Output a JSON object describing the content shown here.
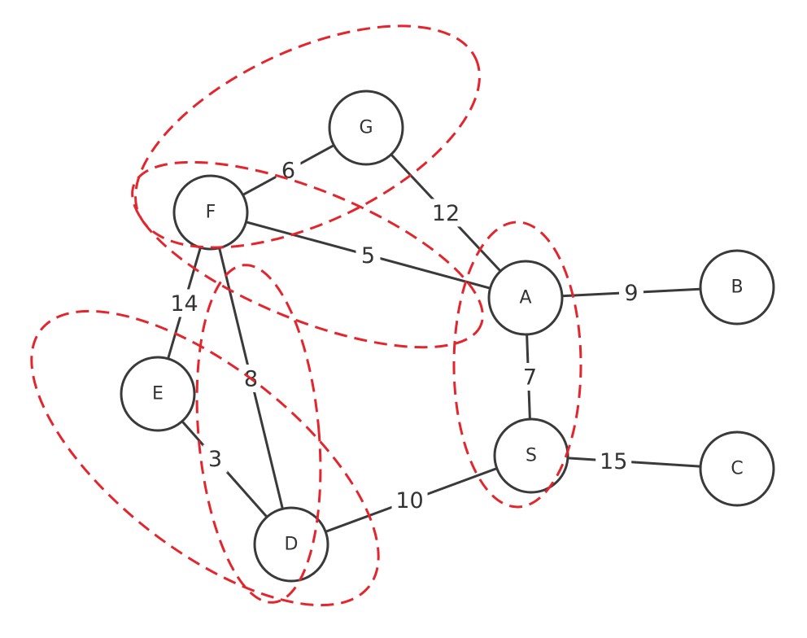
{
  "nodes": [
    {
      "id": "S",
      "label": "S"
    },
    {
      "id": "A",
      "label": "A"
    },
    {
      "id": "B",
      "label": "B"
    },
    {
      "id": "C",
      "label": "C"
    },
    {
      "id": "D",
      "label": "D"
    },
    {
      "id": "E",
      "label": "E"
    },
    {
      "id": "F",
      "label": "F"
    },
    {
      "id": "G",
      "label": "G"
    }
  ],
  "edges": [
    {
      "from": "F",
      "to": "G",
      "weight": "6"
    },
    {
      "from": "G",
      "to": "A",
      "weight": "12"
    },
    {
      "from": "F",
      "to": "A",
      "weight": "5"
    },
    {
      "from": "F",
      "to": "E",
      "weight": "14"
    },
    {
      "from": "F",
      "to": "D",
      "weight": "8"
    },
    {
      "from": "E",
      "to": "D",
      "weight": "3"
    },
    {
      "from": "A",
      "to": "B",
      "weight": "9"
    },
    {
      "from": "A",
      "to": "S",
      "weight": "7"
    },
    {
      "from": "S",
      "to": "C",
      "weight": "15"
    },
    {
      "from": "D",
      "to": "S",
      "weight": "10"
    }
  ],
  "groups": [
    {
      "members": [
        "A",
        "S"
      ]
    },
    {
      "members": [
        "F",
        "G"
      ]
    },
    {
      "members": [
        "F",
        "A"
      ]
    },
    {
      "members": [
        "F",
        "D"
      ]
    },
    {
      "members": [
        "E",
        "D"
      ]
    }
  ],
  "colors": {
    "edge": "#3a3a3a",
    "node_stroke": "#3a3a3a",
    "group_outline": "#e3262d"
  }
}
